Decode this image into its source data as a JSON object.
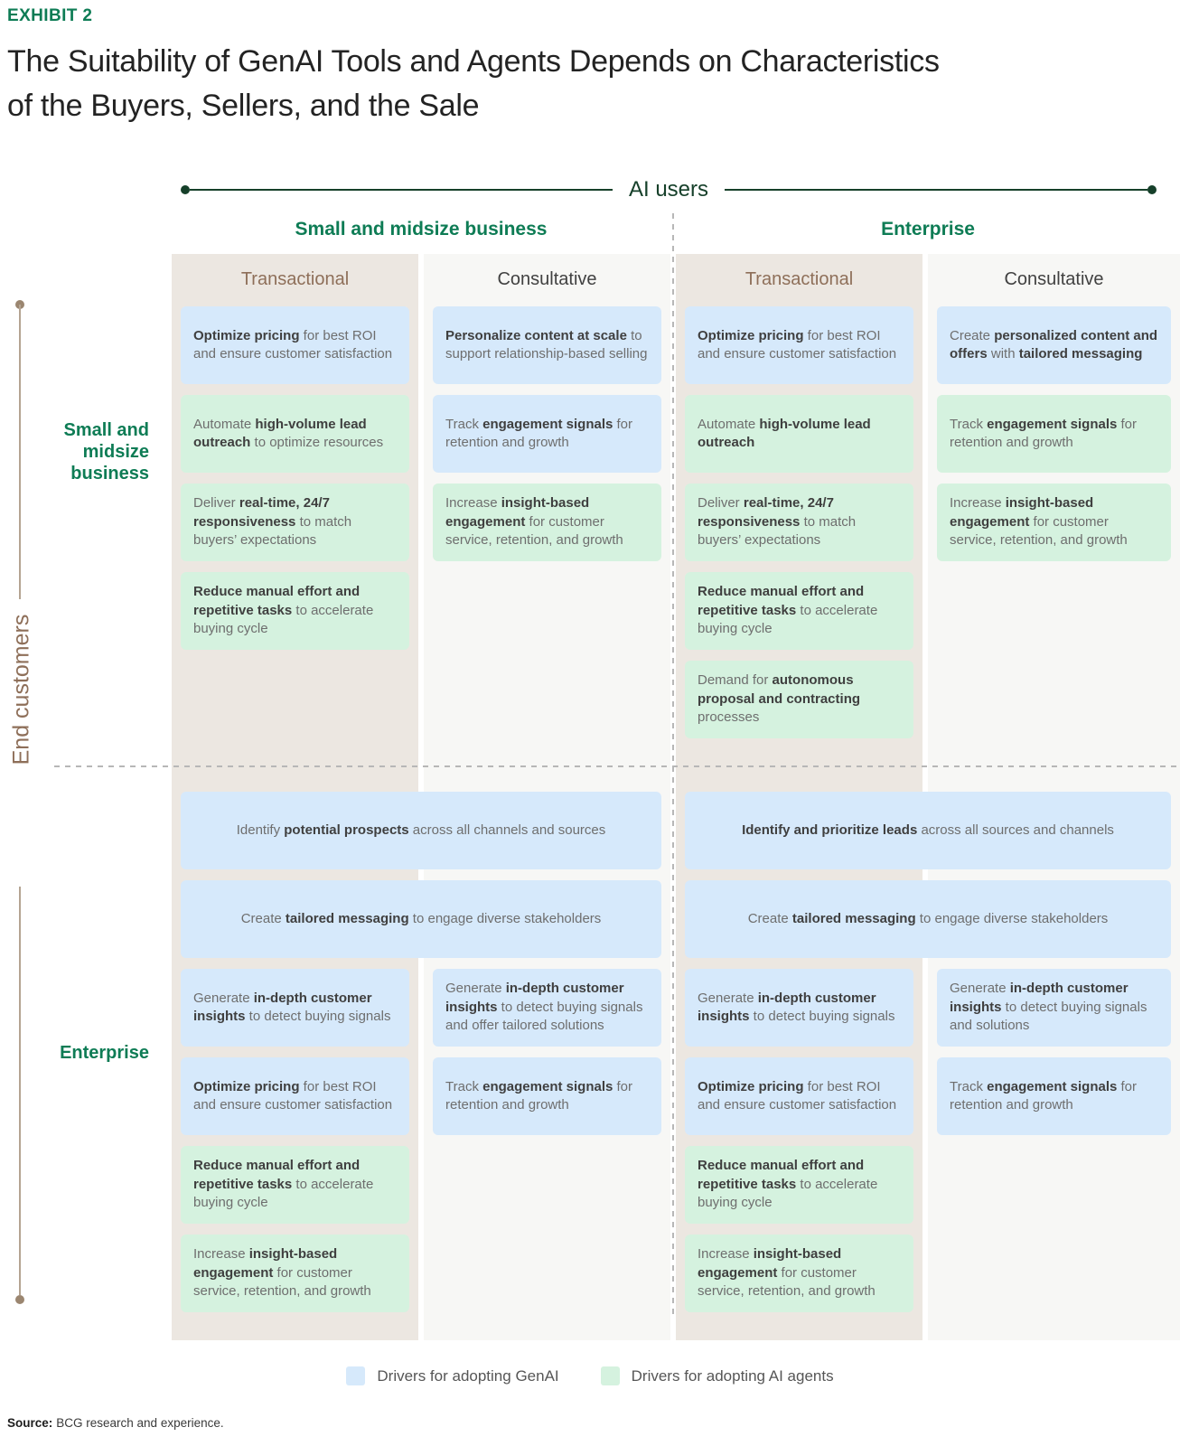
{
  "exhibit_label": "EXHIBIT 2",
  "title": "The Suitability of GenAI Tools and Agents Depends on Characteristics\nof the Buyers, Sellers, and the Sale",
  "axes": {
    "top": "AI users",
    "left": "End customers"
  },
  "column_groups": [
    "Small and midsize business",
    "Enterprise"
  ],
  "column_headers": [
    "Transactional",
    "Consultative",
    "Transactional",
    "Consultative"
  ],
  "row_labels": [
    "Small and midsize business",
    "Enterprise"
  ],
  "colors": {
    "genai_fill": "#d6e9fb",
    "agent_fill": "#d5f2df",
    "transactional_bg": "#ece7e1",
    "consultative_bg": "#f7f7f5",
    "brand_green": "#0e7c55",
    "dark_green": "#16402a",
    "brown": "#8e6f59",
    "line_brown": "#b4a492",
    "dot_brown": "#9b8670"
  },
  "matrix": {
    "top_cells": [
      {
        "col": 1,
        "row": 1,
        "type": "genai",
        "parts": [
          {
            "t": "Optimize pricing",
            "b": true
          },
          {
            "t": " for best ROI and ensure customer satisfaction"
          }
        ]
      },
      {
        "col": 1,
        "row": 2,
        "type": "agent",
        "parts": [
          {
            "t": "Automate "
          },
          {
            "t": "high-volume lead outreach",
            "b": true
          },
          {
            "t": " to optimize resources"
          }
        ]
      },
      {
        "col": 1,
        "row": 3,
        "type": "agent",
        "parts": [
          {
            "t": "Deliver "
          },
          {
            "t": "real-time, 24/7 responsiveness",
            "b": true
          },
          {
            "t": " to match buyers’ expectations"
          }
        ]
      },
      {
        "col": 1,
        "row": 4,
        "type": "agent",
        "parts": [
          {
            "t": "Reduce manual effort and repetitive tasks",
            "b": true
          },
          {
            "t": " to accelerate buying cycle"
          }
        ]
      },
      {
        "col": 2,
        "row": 1,
        "type": "genai",
        "parts": [
          {
            "t": "Personalize content at scale",
            "b": true
          },
          {
            "t": " to support relationship-based selling"
          }
        ]
      },
      {
        "col": 2,
        "row": 2,
        "type": "genai",
        "parts": [
          {
            "t": "Track "
          },
          {
            "t": "engagement signals",
            "b": true
          },
          {
            "t": " for retention and growth"
          }
        ]
      },
      {
        "col": 2,
        "row": 3,
        "type": "agent",
        "parts": [
          {
            "t": "Increase "
          },
          {
            "t": "insight-based engagement",
            "b": true
          },
          {
            "t": " for customer service, retention, and growth"
          }
        ]
      },
      {
        "col": 3,
        "row": 1,
        "type": "genai",
        "parts": [
          {
            "t": "Optimize pricing",
            "b": true
          },
          {
            "t": " for best ROI and ensure customer satisfaction"
          }
        ]
      },
      {
        "col": 3,
        "row": 2,
        "type": "agent",
        "parts": [
          {
            "t": "Automate "
          },
          {
            "t": "high-volume lead outreach",
            "b": true
          }
        ]
      },
      {
        "col": 3,
        "row": 3,
        "type": "agent",
        "parts": [
          {
            "t": "Deliver "
          },
          {
            "t": "real-time, 24/7 responsiveness",
            "b": true
          },
          {
            "t": " to match buyers’ expectations"
          }
        ]
      },
      {
        "col": 3,
        "row": 4,
        "type": "agent",
        "parts": [
          {
            "t": "Reduce manual effort and repetitive tasks",
            "b": true
          },
          {
            "t": " to accelerate buying cycle"
          }
        ]
      },
      {
        "col": 3,
        "row": 5,
        "type": "agent",
        "parts": [
          {
            "t": "Demand for "
          },
          {
            "t": "autonomous proposal and contracting",
            "b": true
          },
          {
            "t": " processes"
          }
        ]
      },
      {
        "col": 4,
        "row": 1,
        "type": "genai",
        "parts": [
          {
            "t": "Create "
          },
          {
            "t": "personalized content and offers",
            "b": true
          },
          {
            "t": " with "
          },
          {
            "t": "tailored messaging",
            "b": true
          }
        ]
      },
      {
        "col": 4,
        "row": 2,
        "type": "agent",
        "parts": [
          {
            "t": "Track "
          },
          {
            "t": "engagement signals",
            "b": true
          },
          {
            "t": " for retention and growth"
          }
        ]
      },
      {
        "col": 4,
        "row": 3,
        "type": "agent",
        "parts": [
          {
            "t": "Increase "
          },
          {
            "t": "insight-based engagement",
            "b": true
          },
          {
            "t": " for customer service, retention, and growth"
          }
        ]
      }
    ],
    "bottom_cells": [
      {
        "col": 1,
        "row": 1,
        "span": 2,
        "type": "genai",
        "parts": [
          {
            "t": "Identify "
          },
          {
            "t": "potential prospects",
            "b": true
          },
          {
            "t": " across all channels and sources"
          }
        ]
      },
      {
        "col": 3,
        "row": 1,
        "span": 2,
        "type": "genai",
        "parts": [
          {
            "t": "Identify and prioritize leads",
            "b": true
          },
          {
            "t": " across all sources and channels"
          }
        ]
      },
      {
        "col": 1,
        "row": 2,
        "span": 2,
        "type": "genai",
        "parts": [
          {
            "t": "Create "
          },
          {
            "t": "tailored messaging",
            "b": true
          },
          {
            "t": " to engage diverse stakeholders"
          }
        ]
      },
      {
        "col": 3,
        "row": 2,
        "span": 2,
        "type": "genai",
        "parts": [
          {
            "t": "Create "
          },
          {
            "t": "tailored messaging",
            "b": true
          },
          {
            "t": " to engage diverse stakeholders"
          }
        ]
      },
      {
        "col": 1,
        "row": 3,
        "type": "genai",
        "parts": [
          {
            "t": "Generate "
          },
          {
            "t": "in-depth customer insights",
            "b": true
          },
          {
            "t": " to detect buying signals"
          }
        ]
      },
      {
        "col": 1,
        "row": 4,
        "type": "genai",
        "parts": [
          {
            "t": "Optimize pricing",
            "b": true
          },
          {
            "t": " for best ROI and ensure customer satisfaction"
          }
        ]
      },
      {
        "col": 1,
        "row": 5,
        "type": "agent",
        "parts": [
          {
            "t": "Reduce manual effort and repetitive tasks",
            "b": true
          },
          {
            "t": " to accelerate buying cycle"
          }
        ]
      },
      {
        "col": 1,
        "row": 6,
        "type": "agent",
        "parts": [
          {
            "t": "Increase "
          },
          {
            "t": "insight-based engagement",
            "b": true
          },
          {
            "t": " for customer service, retention, and growth"
          }
        ]
      },
      {
        "col": 2,
        "row": 3,
        "type": "genai",
        "parts": [
          {
            "t": "Generate "
          },
          {
            "t": "in-depth customer insights",
            "b": true
          },
          {
            "t": " to detect buying signals and offer tailored solutions"
          }
        ]
      },
      {
        "col": 2,
        "row": 4,
        "type": "genai",
        "parts": [
          {
            "t": "Track "
          },
          {
            "t": "engagement signals",
            "b": true
          },
          {
            "t": " for retention and growth"
          }
        ]
      },
      {
        "col": 3,
        "row": 3,
        "type": "genai",
        "parts": [
          {
            "t": "Generate "
          },
          {
            "t": "in-depth customer insights",
            "b": true
          },
          {
            "t": " to detect buying signals"
          }
        ]
      },
      {
        "col": 3,
        "row": 4,
        "type": "genai",
        "parts": [
          {
            "t": "Optimize pricing",
            "b": true
          },
          {
            "t": " for best ROI and ensure customer satisfaction"
          }
        ]
      },
      {
        "col": 3,
        "row": 5,
        "type": "agent",
        "parts": [
          {
            "t": "Reduce manual effort and repetitive tasks",
            "b": true
          },
          {
            "t": " to accelerate buying cycle"
          }
        ]
      },
      {
        "col": 3,
        "row": 6,
        "type": "agent",
        "parts": [
          {
            "t": "Increase "
          },
          {
            "t": "insight-based engagement",
            "b": true
          },
          {
            "t": " for customer service, retention, and growth"
          }
        ]
      },
      {
        "col": 4,
        "row": 3,
        "type": "genai",
        "parts": [
          {
            "t": "Generate "
          },
          {
            "t": "in-depth customer insights",
            "b": true
          },
          {
            "t": " to detect buying signals and solutions"
          }
        ]
      },
      {
        "col": 4,
        "row": 4,
        "type": "genai",
        "parts": [
          {
            "t": "Track "
          },
          {
            "t": "engagement signals",
            "b": true
          },
          {
            "t": " for retention and growth"
          }
        ]
      }
    ]
  },
  "legend": [
    {
      "label": "Drivers for adopting GenAI",
      "type": "genai"
    },
    {
      "label": "Drivers for adopting AI agents",
      "type": "agent"
    }
  ],
  "source": {
    "label": "Source:",
    "text": "BCG research and experience."
  }
}
